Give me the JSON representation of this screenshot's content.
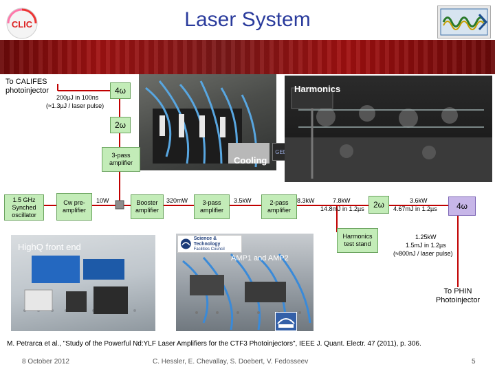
{
  "title": "Laser System",
  "labels": {
    "to_califes": "To CALIFES photoinjector",
    "pulse_200": "200µJ in 100ns",
    "pulse_13": "(≈1.3µJ / laser pulse)",
    "four_omega_top": "4ω",
    "two_omega_left": "2ω",
    "three_pass_top": "3-pass amplifier",
    "harmonics": "Harmonics",
    "cooling": "Cooling",
    "osc": "1.5 GHz Synched oscillator",
    "cw_pre": "Cw pre-amplifier",
    "p10w": "10W",
    "booster": "Booster amplifier",
    "p320mw": "320mW",
    "three_pass_main": "3-pass amplifier",
    "p35kw": "3.5kW",
    "two_pass": "2-pass amplifier",
    "p83kw": "8.3kW",
    "p78kw": "7.8kW",
    "e148": "14.8mJ in 1.2µs",
    "two_omega_right": "2ω",
    "p36kw": "3.6kW",
    "e467": "4.67mJ in 1.2µs",
    "four_omega_right": "4ω",
    "harmonics_stand": "Harmonics test stand",
    "p125kw": "1.25kW",
    "e15": "1.5mJ in 1.2µs",
    "e800": "(≈800nJ / laser pulse)",
    "highq": "HighQ front end",
    "amp1amp2": "AMP1 and AMP2",
    "to_phin": "To PHIN Photoinjector",
    "stfc_line1": "Science & Technology",
    "stfc_line2": "Facilities Council",
    "gedi": "GEDI"
  },
  "reference": "M. Petrarca et al., \"Study of the Powerful Nd:YLF Laser Amplifiers for the CTF3 Photoinjectors\", IEEE J. Quant. Electr. 47 (2011), p. 306.",
  "footer": {
    "date": "8 October 2012",
    "authors": "C. Hessler, E. Chevallay, S. Doebert, V. Fedosseev",
    "page": "5"
  },
  "colors": {
    "title": "#2a3b9c",
    "banner": "#a11212",
    "green_box": "#c3ecb8",
    "purple_box": "#c7b6e8",
    "beam_red": "#c00000"
  },
  "icons": [
    "clic-logo",
    "phin-logo",
    "stfc-logo",
    "pals-logo"
  ]
}
